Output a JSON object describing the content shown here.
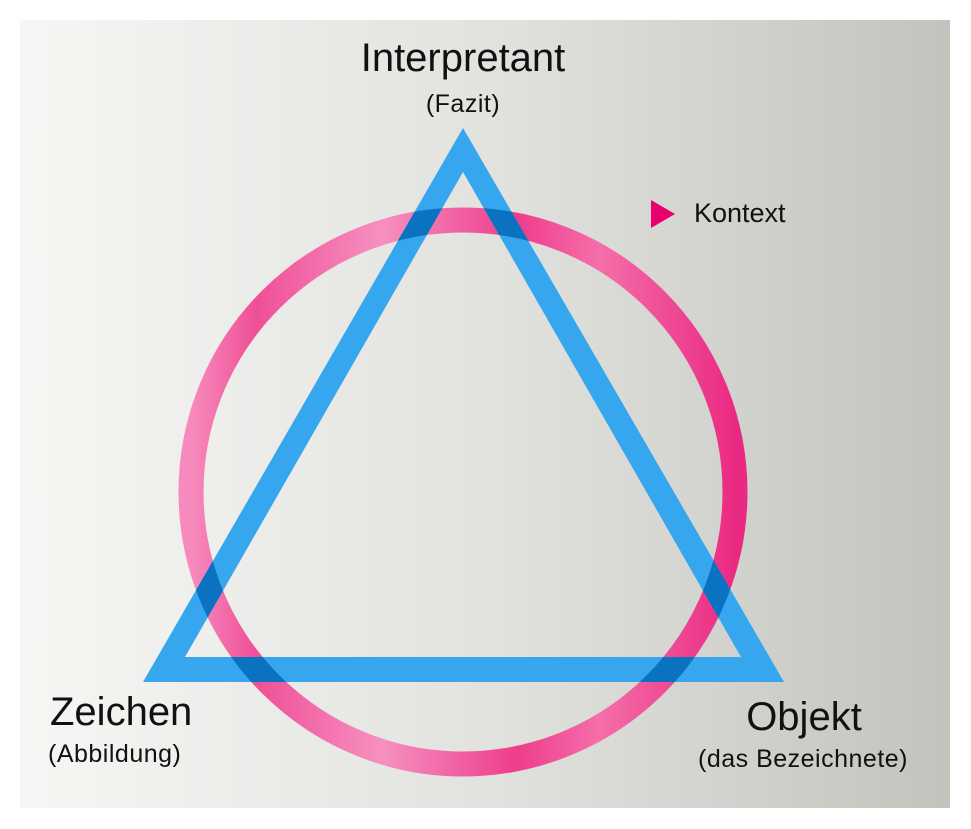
{
  "nodes": {
    "top": {
      "title": "Interpretant",
      "subtitle": "(Fazit)"
    },
    "left": {
      "title": "Zeichen",
      "subtitle": "(Abbildung)"
    },
    "right": {
      "title": "Objekt",
      "subtitle": "(das Bezeichnete)"
    }
  },
  "legend": {
    "label": "Kontext",
    "icon": "triangle-right-icon"
  },
  "colors": {
    "triangle": "#36a6ef",
    "overlap": "#0a72c0",
    "circle_light": "#f78bbd",
    "circle_dark": "#ec2d84",
    "legend_marker": "#e8006e"
  }
}
